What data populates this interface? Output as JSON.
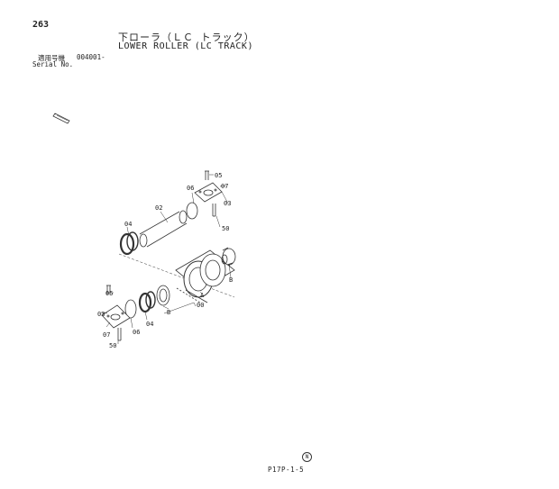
{
  "header": {
    "page_number": "263",
    "title_jp": "下ローラ（ＬＣ トラック）",
    "title_en": "LOWER ROLLER (LC TRACK)",
    "serial_label_jp": "適用号機",
    "serial_value": "004001-",
    "serial_label_en": "Serial No."
  },
  "diagram": {
    "callouts": {
      "c05_top": "05",
      "c07_top": "07",
      "c06_top": "06",
      "c03_top": "03",
      "c02": "02",
      "c04_top": "04",
      "c50_top": "50",
      "cB_right": "B",
      "cA": "A",
      "c00": "00",
      "cB_left": "B",
      "c04_bot": "04",
      "c05_bot": "05",
      "c03_bot": "03",
      "c06_bot": "06",
      "c07_bot": "07",
      "c50_bot": "50"
    },
    "symbol": "N"
  },
  "footer": {
    "code": "P17P-1-5"
  }
}
